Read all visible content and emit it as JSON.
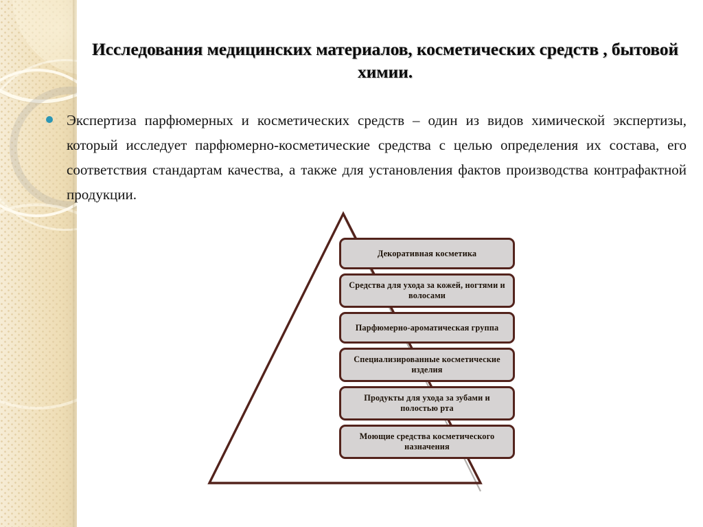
{
  "slide": {
    "title": "Исследования медицинских материалов, косметических средств , бытовой химии.",
    "body_paragraph": "Экспертиза парфюмерных и косметических средств – один из видов химической экспертизы, который исследует парфюмерно-косметические средства с целью определения их состава, его соответствия стандартам качества, а также для установления фактов производства контрафактной продукции.",
    "bullet_marker": "bullet-dot"
  },
  "pyramid": {
    "shape": "triangle-outline",
    "levels": [
      {
        "label": "Декоративная косметика"
      },
      {
        "label": "Средства для ухода за кожей, ногтями и волосами"
      },
      {
        "label": "Парфюмерно-ароматическая группа"
      },
      {
        "label": "Специализированные косметические изделия"
      },
      {
        "label": "Продукты для ухода за зубами и полостью рта"
      },
      {
        "label": "Моющие средства косметического назначения"
      }
    ]
  },
  "colors": {
    "border_strip": "#f2e4c4",
    "bullet": "#2b96b4",
    "box_fill": "#d6d3d3",
    "box_stroke": "#53231c",
    "triangle_stroke": "#53231c",
    "diagonal_guide": "#b4b0ad",
    "title_text": "#0a0a0a",
    "body_text": "#141414",
    "page_background": "#ffffff"
  }
}
